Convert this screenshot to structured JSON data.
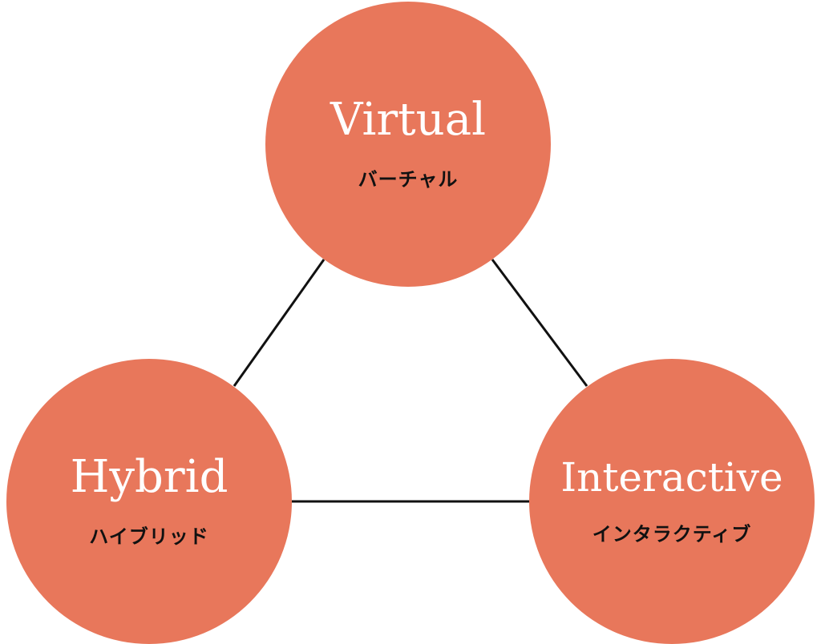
{
  "colors": {
    "node_fill": "#e8775b",
    "connector": "#111111",
    "title_text": "#ffffff",
    "subtitle_text": "#111111"
  },
  "nodes": {
    "virtual": {
      "title": "Virtual",
      "subtitle": "バーチャル"
    },
    "hybrid": {
      "title": "Hybrid",
      "subtitle": "ハイブリッド"
    },
    "interactive": {
      "title": "Interactive",
      "subtitle": "インタラクティブ"
    }
  }
}
